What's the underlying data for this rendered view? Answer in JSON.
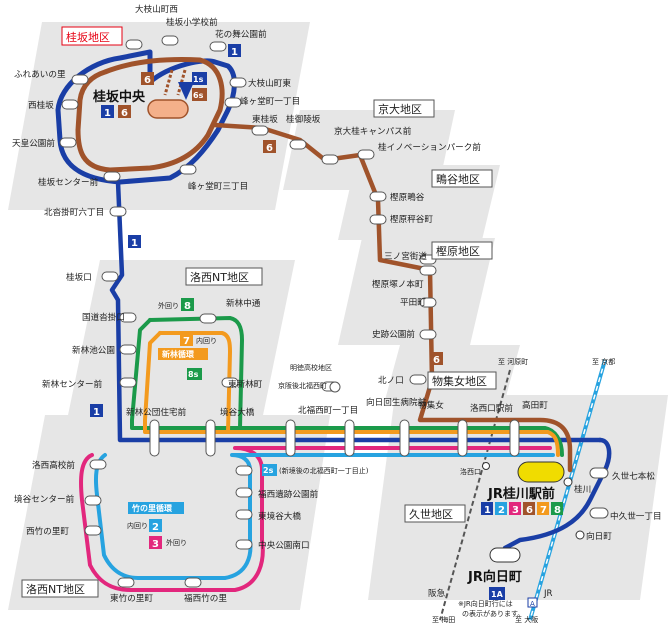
{
  "districts": {
    "katsurazaka": "桂坂地区",
    "kyodai": "京大地区",
    "kutsukake": "鴫谷地区",
    "kashiharanishi": "樫原地区",
    "rakusai_nt_top": "洛西NT地区",
    "monjo": "物集女地区",
    "kuze": "久世地区",
    "rakusai_nt_bottom": "洛西NT地区"
  },
  "hubs": {
    "katsurazaka_chuo": "桂坂中央",
    "jr_katsuragawa": "JR桂川駅前",
    "jr_mukomachi": "JR向日町"
  },
  "routes": {
    "r1": "1",
    "r2": "2",
    "r3": "3",
    "r6": "6",
    "r7": "7",
    "r8": "8",
    "r1s": "1s",
    "r6s": "6s",
    "r8s": "8s",
    "r2s": "2s",
    "r1a": "1A"
  },
  "loops": {
    "shinbayashi": "新林循環",
    "takenosato": "竹の里循環",
    "outer": "外回り",
    "inner": "内回り",
    "r2s_note": "(新境後の北福西町一丁目止)"
  },
  "stops": {
    "s_ooedayama_nishi": "大枝山町西",
    "s_katsurazaka_shogakko": "桂坂小学校前",
    "s_hananomai": "花の舞公園前",
    "s_fureai": "ふれあいの里",
    "s_ooedayama_higashi": "大枝山町東",
    "s_nishikatsurazaka": "西桂坂",
    "s_minegado1": "峰ヶ堂町一丁目",
    "s_tenpuku": "天皇公園前",
    "s_higashikatsurazaka": "東桂坂",
    "s_katsuragoryo": "桂御陵坂",
    "s_kyodai_campus": "京大桂キャンパス前",
    "s_innovation": "桂イノベーションパーク前",
    "s_katsurazaka_center": "桂坂センター前",
    "s_minegado3": "峰ヶ堂町三丁目",
    "s_kashihara_shigi": "樫原鴫谷",
    "s_kitakutsukake6": "北沓掛町六丁目",
    "s_kashihara_hagi": "樫原秤谷町",
    "s_sannomiya": "三ノ宮街道",
    "s_katsurazakaguchi": "桂坂口",
    "s_kashihara_honmachi": "樫原塚ノ本町",
    "s_heiden": "平田町",
    "s_kokudo": "国道沓掛口",
    "s_shinbayashi_naka": "新林中通",
    "s_shiryo_koen": "史跡公園前",
    "s_shinbayashi_ike": "新林池公園",
    "s_kitanokuchi": "北ノ口",
    "s_shinbayashi_center": "新林センター前",
    "s_higashi_shinbayashi": "東新林町",
    "s_meitoku_area": "明徳高校地区",
    "s_kyodai_fuzoku": "京阪後北福西町",
    "s_kitafukunishi": "北福西町一丁目",
    "s_mukomachi_hosp": "向日回生病院前",
    "s_monjome": "物集女",
    "s_rakusaiguchi": "洛西口駅前",
    "s_takadacho": "高田町",
    "s_shinbayashi_danchi": "新林公団住宅前",
    "s_sakaitani_ohashi": "境谷大橋",
    "s_rakusai_hs": "洛西高校前",
    "s_fukunishi_ruins": "福西遺跡公園前",
    "s_sakaitani_center": "境谷センター前",
    "s_higashi_ohashi": "東境谷大橋",
    "s_nishitake": "西竹の里町",
    "s_nakakoen_minami": "中央公園南口",
    "s_higashi_take": "東竹の里町",
    "s_fukunishi_take": "福西竹の里",
    "s_rakusaiguchi_st": "洛西口",
    "s_katsuragawa": "桂川",
    "s_kuze7": "久世七本松",
    "s_nakakuze1": "中久世一丁目",
    "s_mukomachi": "向日町"
  },
  "rail": {
    "hankyu": "阪急",
    "jr": "JR",
    "to_kawaramachi": "至 河原町",
    "to_kyoto": "至 京都",
    "to_umeda": "至 梅田",
    "to_osaka": "至 大阪",
    "note1": "※JR向日町行には",
    "note2": "の表示があります。"
  },
  "colors": {
    "brown": "#a0532b",
    "blue": "#1a3ea6",
    "green": "#1b9a4a",
    "orange": "#f39a1e",
    "pink": "#e2277d",
    "cyan": "#27a3e0",
    "yellow": "#f0dc00",
    "redline": "#e03a2a",
    "red": "#e60012"
  }
}
